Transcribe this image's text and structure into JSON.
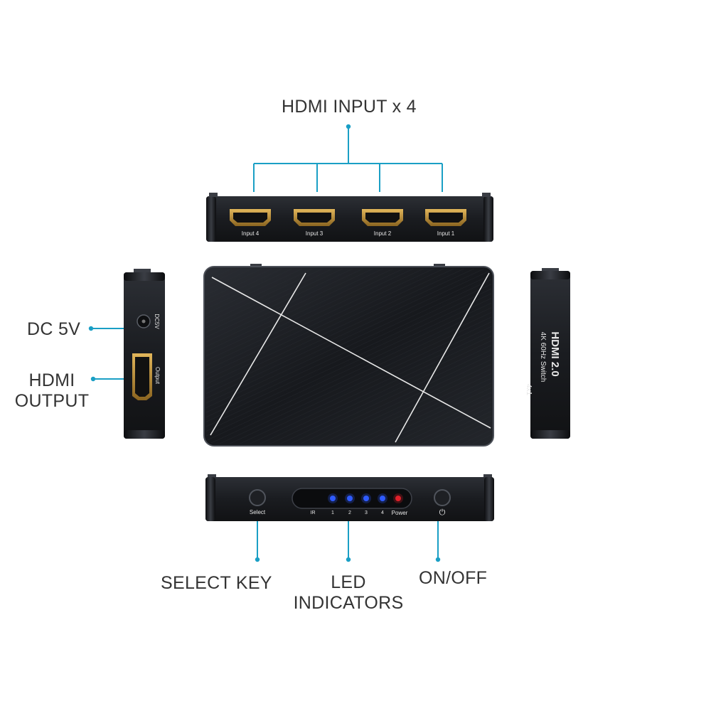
{
  "callouts": {
    "hdmi_input": "HDMI INPUT x 4",
    "dc_5v": "DC 5V",
    "hdmi_output_line1": "HDMI",
    "hdmi_output_line2": "OUTPUT",
    "select_key": "SELECT KEY",
    "led_line1": "LED",
    "led_line2": "INDICATORS",
    "on_off": "ON/OFF"
  },
  "back_panel": {
    "ports": [
      "Input 4",
      "Input 3",
      "Input 2",
      "Input 1"
    ]
  },
  "left_side": {
    "dc_label": "DC5V",
    "output_label": "Output"
  },
  "right_side": {
    "brand": "HDMI 2.0",
    "model_line1": "4K 60Hz Switch",
    "model_line2": "4x1"
  },
  "front_panel": {
    "select_label": "Select",
    "led_labels": [
      "IR",
      "1",
      "2",
      "3",
      "4",
      "Power"
    ],
    "power_symbol": "⏻"
  },
  "colors": {
    "callout_line": "#1a9fc5",
    "device_dark": "#1b1d21",
    "hdmi_gold": "#b8892e",
    "led_blue": "#2f5bff",
    "led_red": "#e0202a"
  }
}
